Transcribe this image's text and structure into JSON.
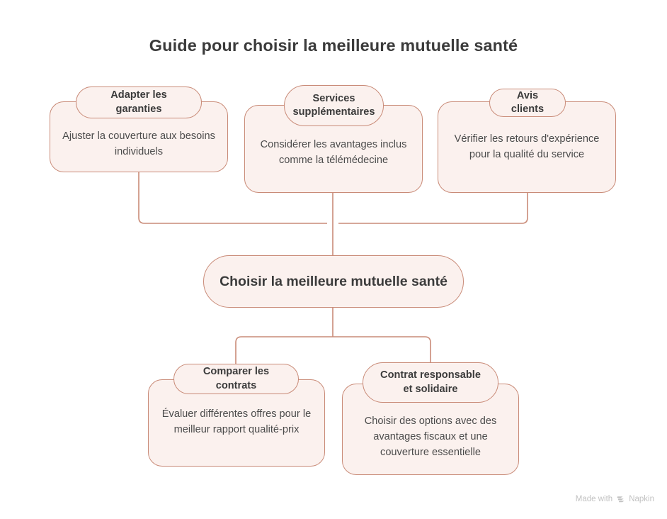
{
  "title": "Guide pour choisir la meilleure mutuelle santé",
  "colors": {
    "node_fill": "#fbf1ee",
    "node_border": "#c98b78",
    "connector": "#c98b78",
    "title_text": "#3b3b3b",
    "body_text": "#4b4b4b",
    "background": "#ffffff",
    "watermark_text": "#c2c2c2"
  },
  "center": {
    "label": "Choisir la meilleure mutuelle santé"
  },
  "top_nodes": [
    {
      "header": "Adapter les garanties",
      "body": "Ajuster la couverture aux besoins individuels"
    },
    {
      "header": "Services supplémentaires",
      "body": "Considérer les avantages inclus comme la télémédecine"
    },
    {
      "header": "Avis clients",
      "body": "Vérifier les retours d'expérience pour la qualité du service"
    }
  ],
  "bottom_nodes": [
    {
      "header": "Comparer les contrats",
      "body": "Évaluer différentes offres pour le meilleur rapport qualité-prix"
    },
    {
      "header": "Contrat responsable et solidaire",
      "body": "Choisir des options avec des avantages fiscaux et une couverture essentielle"
    }
  ],
  "watermark": {
    "text": "Made with",
    "brand": "Napkin",
    "logo_icon": "napkin-chevron-icon"
  }
}
